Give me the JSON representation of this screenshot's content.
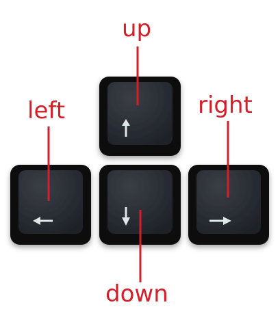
{
  "labels": {
    "up": "up",
    "left": "left",
    "right": "right",
    "down": "down"
  },
  "colors": {
    "label": "#d41f2b",
    "pointer_line": "#d41f2b",
    "key_top": "#2b2f36",
    "key_edge": "#0c0d10",
    "arrow_glyph": "#dfe8e6"
  },
  "keys": [
    {
      "id": "up",
      "arrow": "arrow-up-icon"
    },
    {
      "id": "left",
      "arrow": "arrow-left-icon"
    },
    {
      "id": "down",
      "arrow": "arrow-down-icon"
    },
    {
      "id": "right",
      "arrow": "arrow-right-icon"
    }
  ]
}
